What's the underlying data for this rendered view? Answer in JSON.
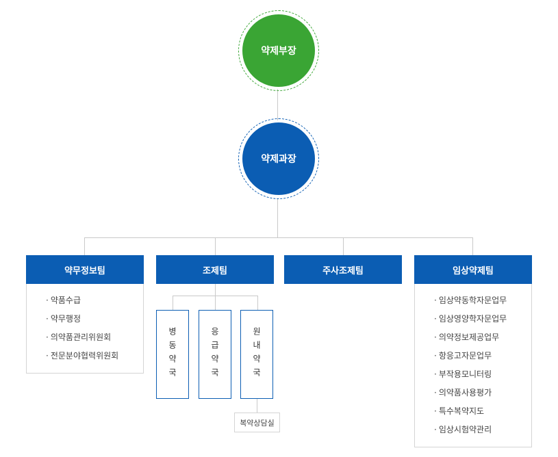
{
  "director": {
    "label": "약제부장",
    "color": "#3aa534"
  },
  "manager": {
    "label": "약제과장",
    "color": "#0b5db3"
  },
  "teams": [
    {
      "name": "약무정보팀",
      "tasks": [
        "약품수급",
        "약무행정",
        "의약품관리위원회",
        "전문분야협력위원회"
      ]
    },
    {
      "name": "조제팀",
      "pharmacies": [
        "병동약국",
        "응급약국",
        "원내약국"
      ],
      "sub": "복약상담실"
    },
    {
      "name": "주사조제팀"
    },
    {
      "name": "임상약제팀",
      "tasks": [
        "임상약동학자문업무",
        "임상영양학자문업무",
        "의약정보제공업무",
        "항응고자문업무",
        "부작용모니터링",
        "의약품사용평가",
        "특수복약지도",
        "임상시험약관리"
      ]
    }
  ]
}
